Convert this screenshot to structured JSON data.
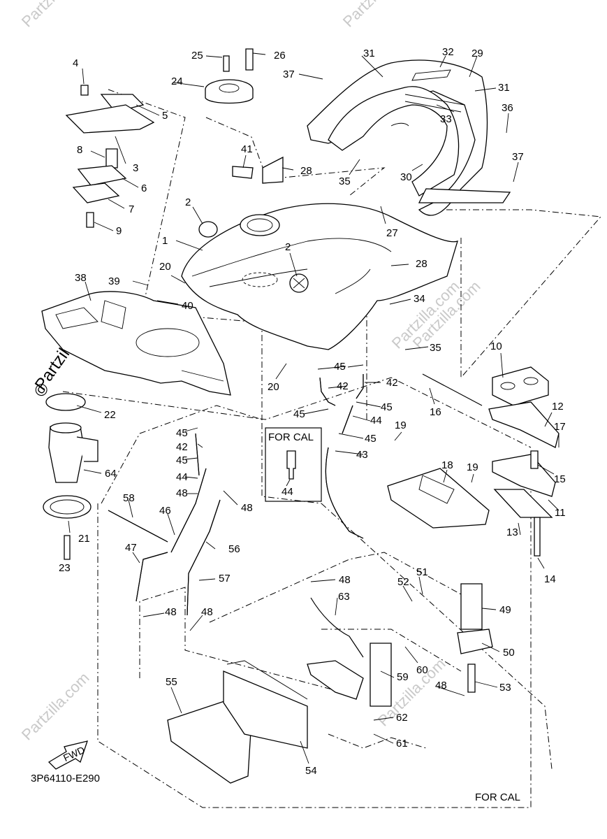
{
  "diagram_code": "3P64110-E290",
  "watermark": "Partzilla.com",
  "copyright_mark": "©",
  "fwd_label": "FWD",
  "for_cal_labels": [
    "FOR CAL",
    "FOR CAL"
  ],
  "callouts": [
    {
      "n": "1"
    },
    {
      "n": "2"
    },
    {
      "n": "2"
    },
    {
      "n": "3"
    },
    {
      "n": "4"
    },
    {
      "n": "5"
    },
    {
      "n": "6"
    },
    {
      "n": "7"
    },
    {
      "n": "8"
    },
    {
      "n": "9"
    },
    {
      "n": "10"
    },
    {
      "n": "11"
    },
    {
      "n": "12"
    },
    {
      "n": "13"
    },
    {
      "n": "14"
    },
    {
      "n": "15"
    },
    {
      "n": "16"
    },
    {
      "n": "17"
    },
    {
      "n": "18"
    },
    {
      "n": "19"
    },
    {
      "n": "19"
    },
    {
      "n": "20"
    },
    {
      "n": "20"
    },
    {
      "n": "21"
    },
    {
      "n": "22"
    },
    {
      "n": "23"
    },
    {
      "n": "24"
    },
    {
      "n": "25"
    },
    {
      "n": "26"
    },
    {
      "n": "27"
    },
    {
      "n": "28"
    },
    {
      "n": "28"
    },
    {
      "n": "29"
    },
    {
      "n": "30"
    },
    {
      "n": "31"
    },
    {
      "n": "31"
    },
    {
      "n": "32"
    },
    {
      "n": "33"
    },
    {
      "n": "34"
    },
    {
      "n": "35"
    },
    {
      "n": "35"
    },
    {
      "n": "36"
    },
    {
      "n": "37"
    },
    {
      "n": "37"
    },
    {
      "n": "38"
    },
    {
      "n": "39"
    },
    {
      "n": "40"
    },
    {
      "n": "41"
    },
    {
      "n": "42"
    },
    {
      "n": "42"
    },
    {
      "n": "42"
    },
    {
      "n": "43"
    },
    {
      "n": "44"
    },
    {
      "n": "44"
    },
    {
      "n": "44"
    },
    {
      "n": "45"
    },
    {
      "n": "45"
    },
    {
      "n": "45"
    },
    {
      "n": "45"
    },
    {
      "n": "45"
    },
    {
      "n": "45"
    },
    {
      "n": "46"
    },
    {
      "n": "47"
    },
    {
      "n": "48"
    },
    {
      "n": "48"
    },
    {
      "n": "48"
    },
    {
      "n": "48"
    },
    {
      "n": "48"
    },
    {
      "n": "48"
    },
    {
      "n": "49"
    },
    {
      "n": "50"
    },
    {
      "n": "51"
    },
    {
      "n": "52"
    },
    {
      "n": "53"
    },
    {
      "n": "54"
    },
    {
      "n": "55"
    },
    {
      "n": "56"
    },
    {
      "n": "57"
    },
    {
      "n": "58"
    },
    {
      "n": "59"
    },
    {
      "n": "60"
    },
    {
      "n": "61"
    },
    {
      "n": "62"
    },
    {
      "n": "63"
    },
    {
      "n": "64"
    }
  ]
}
